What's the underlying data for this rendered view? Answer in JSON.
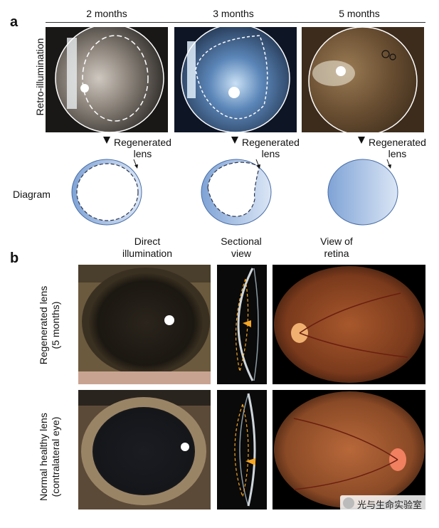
{
  "panel_a": {
    "letter": "a",
    "months": [
      "2 months",
      "3 months",
      "5 months"
    ],
    "row_label": "Retro-illumination",
    "diagram_label": "Diagram",
    "regen_line1": "Regenerated",
    "regen_line2": "lens"
  },
  "panel_b": {
    "letter": "b",
    "col_labels": [
      {
        "l1": "Direct",
        "l2": "illumination"
      },
      {
        "l1": "Sectional",
        "l2": "view"
      },
      {
        "l1": "View of",
        "l2": "retina"
      }
    ],
    "row1_label": {
      "l1": "Regenerated lens",
      "l2": "(5 months)"
    },
    "row2_label": {
      "l1": "Normal healthy lens",
      "l2": "(contralateral eye)"
    }
  },
  "watermark": "光与生命实验室",
  "colors": {
    "diagram_blue": "#7fa3d6",
    "arrow_orange": "#f5a623"
  }
}
